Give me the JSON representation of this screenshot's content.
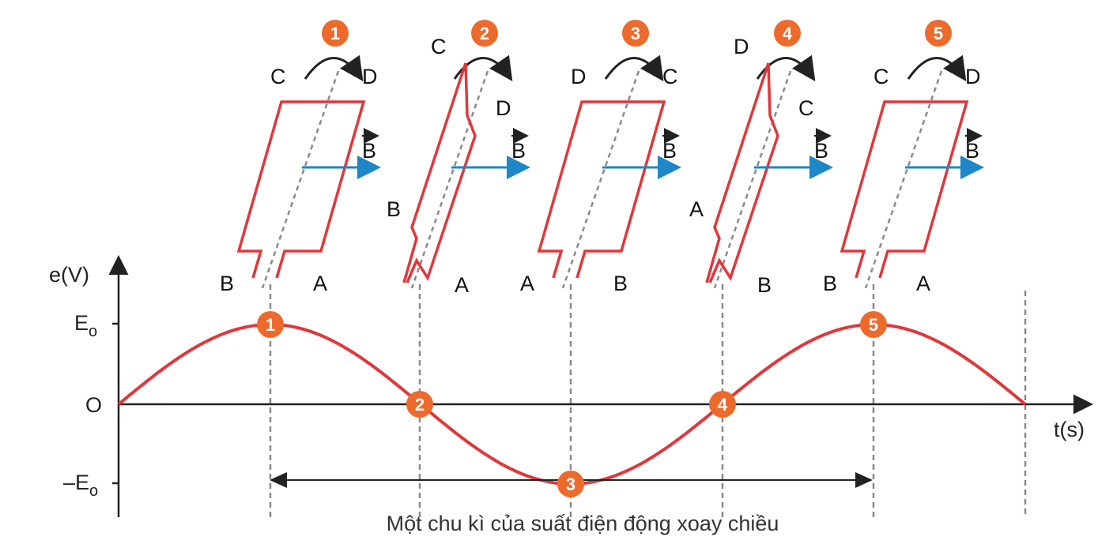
{
  "colors": {
    "curve": "#e0373b",
    "coil": "#e0373b",
    "badge": "#ec6a2c",
    "field": "#1f86c8",
    "axis": "#222222",
    "dash": "#8a8a8a"
  },
  "axes": {
    "y_label": "e(V)",
    "x_label": "t(s)",
    "origin_label": "O",
    "emax_label": "E",
    "emax_sub": "o",
    "emin_label": "–E",
    "emin_sub": "o"
  },
  "field_label": "B",
  "caption": "Một chu kì của suất điện động xoay chiều",
  "positions": [
    {
      "num": "1",
      "top_left": "C",
      "top_right": "D",
      "bot_left": "B",
      "bot_right": "A",
      "view": "flat"
    },
    {
      "num": "2",
      "top_left": "C",
      "top_right": "D",
      "bot_left": "B",
      "bot_right": "A",
      "view": "edge"
    },
    {
      "num": "3",
      "top_left": "D",
      "top_right": "C",
      "bot_left": "A",
      "bot_right": "B",
      "view": "flat"
    },
    {
      "num": "4",
      "top_left": "D",
      "top_right": "C",
      "bot_left": "A",
      "bot_right": "B",
      "view": "edge"
    },
    {
      "num": "5",
      "top_left": "C",
      "top_right": "D",
      "bot_left": "B",
      "bot_right": "A",
      "view": "flat"
    }
  ],
  "curve_points": [
    {
      "label": "1",
      "e": 1
    },
    {
      "label": "2",
      "e": 0
    },
    {
      "label": "3",
      "e": -1
    },
    {
      "label": "4",
      "e": 0
    },
    {
      "label": "5",
      "e": 1
    }
  ]
}
